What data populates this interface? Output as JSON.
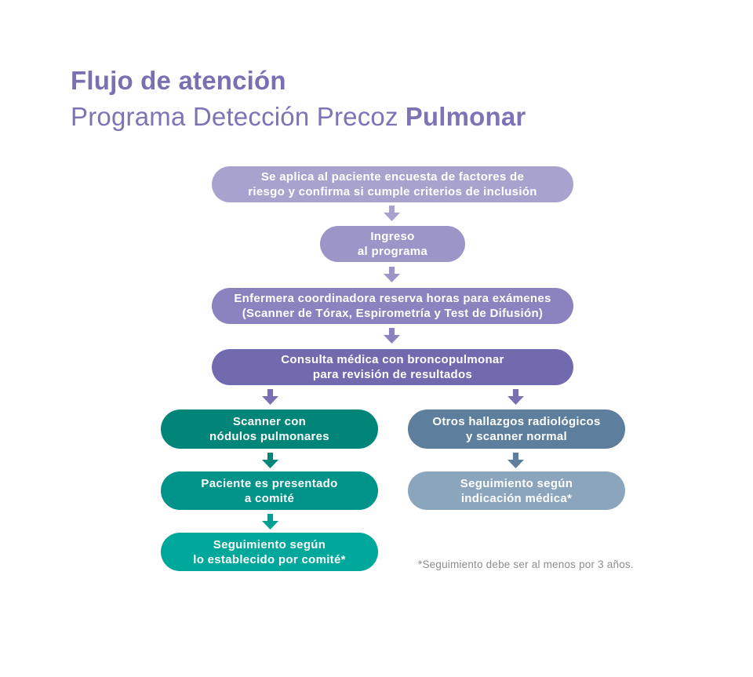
{
  "header": {
    "title": "Flujo de atención",
    "subtitle": "Programa Detección Precoz",
    "subtitle_emphasis": "Pulmonar"
  },
  "flow": {
    "survey": "Se aplica al paciente encuesta de factores de\nriesgo y confirma si cumple criterios de inclusión",
    "ingreso": "Ingreso\nal programa",
    "enfermera": "Enfermera coordinadora reserva horas para exámenes\n(Scanner de Tórax, Espirometría y Test de Difusión)",
    "consulta": "Consulta médica con broncopulmonar\npara revisión de resultados",
    "scanner_nodulos": "Scanner con\nnódulos pulmonares",
    "comite": "Paciente es presentado\na comité",
    "seguimiento_comite": "Seguimiento según\nlo establecido por comité*",
    "otros_hallazgos": "Otros hallazgos radiológicos\ny scanner normal",
    "seguimiento_medica": "Seguimiento según\nindicación médica*"
  },
  "footnote": "*Seguimiento debe ser al menos por 3 años.",
  "colors": {
    "title": "#7b6fb2",
    "subtitle": "#7e73b5",
    "box_survey": "#a8a3ce",
    "arrow_survey": "#a8a3ce",
    "box_ingreso": "#9c95c8",
    "arrow_ingreso": "#9c95c8",
    "box_enfermera": "#8a83bf",
    "arrow_enfermera": "#8a83bf",
    "box_consulta": "#716aae",
    "arrow_branch": "#7b6fb3",
    "box_scanner_nodulos": "#008578",
    "arrow_teal_1": "#008578",
    "box_comite": "#009389",
    "arrow_teal_2": "#00a094",
    "box_seguimiento_comite": "#00a79b",
    "box_otros_hallazgos": "#5d7f9d",
    "arrow_steel": "#5d7f9d",
    "box_seguimiento_medica": "#8ba5bd",
    "footnote_text": "#8c8c8c"
  }
}
